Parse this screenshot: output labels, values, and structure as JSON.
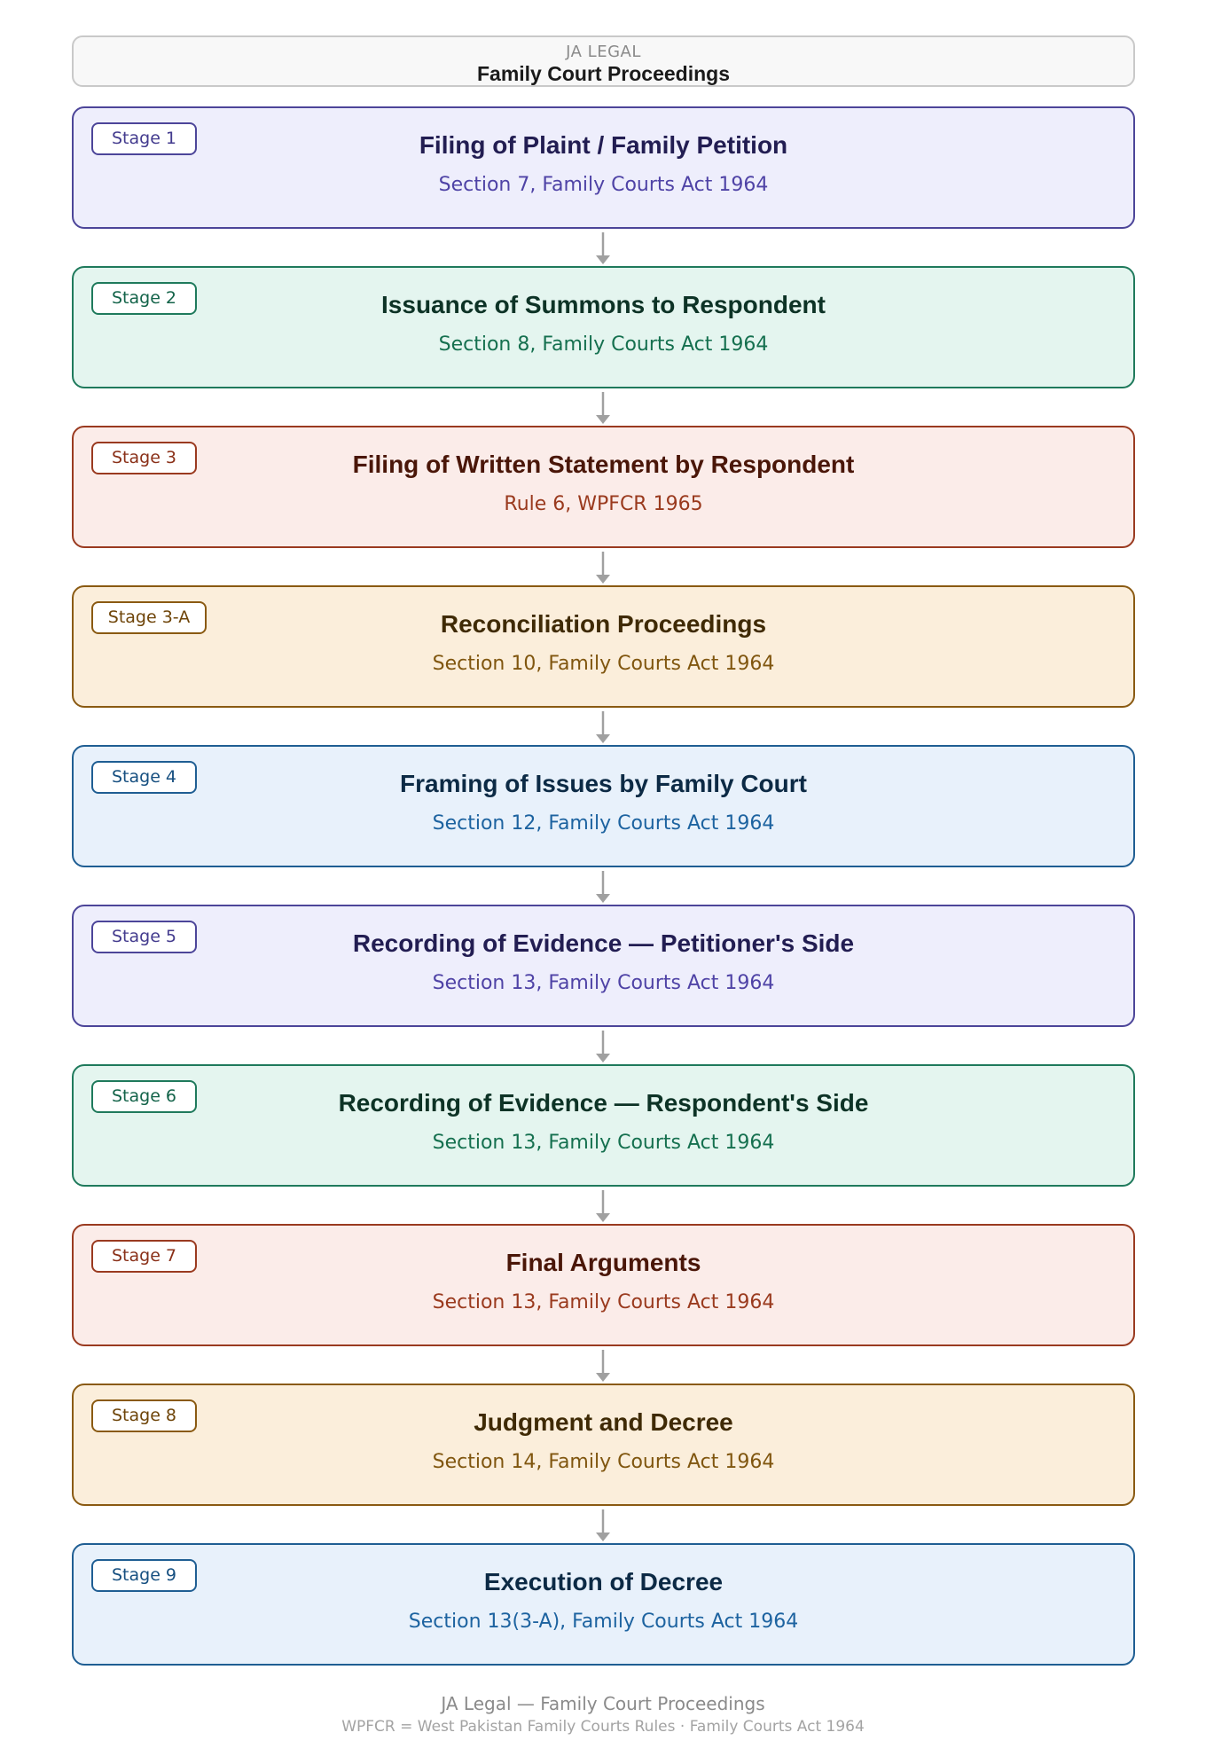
{
  "header": {
    "brand": "JA LEGAL",
    "title": "Family Court Proceedings"
  },
  "stages": [
    {
      "badge": "Stage 1",
      "title": "Filing of Plaint / Family Petition",
      "reference": "Section 7, Family Courts Act 1964"
    },
    {
      "badge": "Stage 2",
      "title": "Issuance of Summons to Respondent",
      "reference": "Section 8, Family Courts Act 1964"
    },
    {
      "badge": "Stage 3",
      "title": "Filing of Written Statement by Respondent",
      "reference": "Rule 6, WPFCR 1965"
    },
    {
      "badge": "Stage 3-A",
      "title": "Reconciliation Proceedings",
      "reference": "Section 10, Family Courts Act 1964"
    },
    {
      "badge": "Stage 4",
      "title": "Framing of Issues by Family Court",
      "reference": "Section 12, Family Courts Act 1964"
    },
    {
      "badge": "Stage 5",
      "title": "Recording of Evidence — Petitioner's Side",
      "reference": "Section 13, Family Courts Act 1964"
    },
    {
      "badge": "Stage 6",
      "title": "Recording of Evidence — Respondent's Side",
      "reference": "Section 13, Family Courts Act 1964"
    },
    {
      "badge": "Stage 7",
      "title": "Final Arguments",
      "reference": "Section 13, Family Courts Act 1964"
    },
    {
      "badge": "Stage 8",
      "title": "Judgment and Decree",
      "reference": "Section 14, Family Courts Act 1964"
    },
    {
      "badge": "Stage 9",
      "title": "Execution of Decree",
      "reference": "Section 13(3-A), Family Courts Act 1964"
    }
  ],
  "footer": {
    "line1": "JA Legal — Family Court Proceedings",
    "line2": "WPFCR = West Pakistan Family Courts Rules · Family Courts Act 1964"
  },
  "colors": {
    "purple": "#4c4599",
    "green": "#1f7a5c",
    "red": "#9a3a20",
    "amber": "#8a5a12",
    "blue": "#1f5e93",
    "connector": "#a0a0a0"
  }
}
